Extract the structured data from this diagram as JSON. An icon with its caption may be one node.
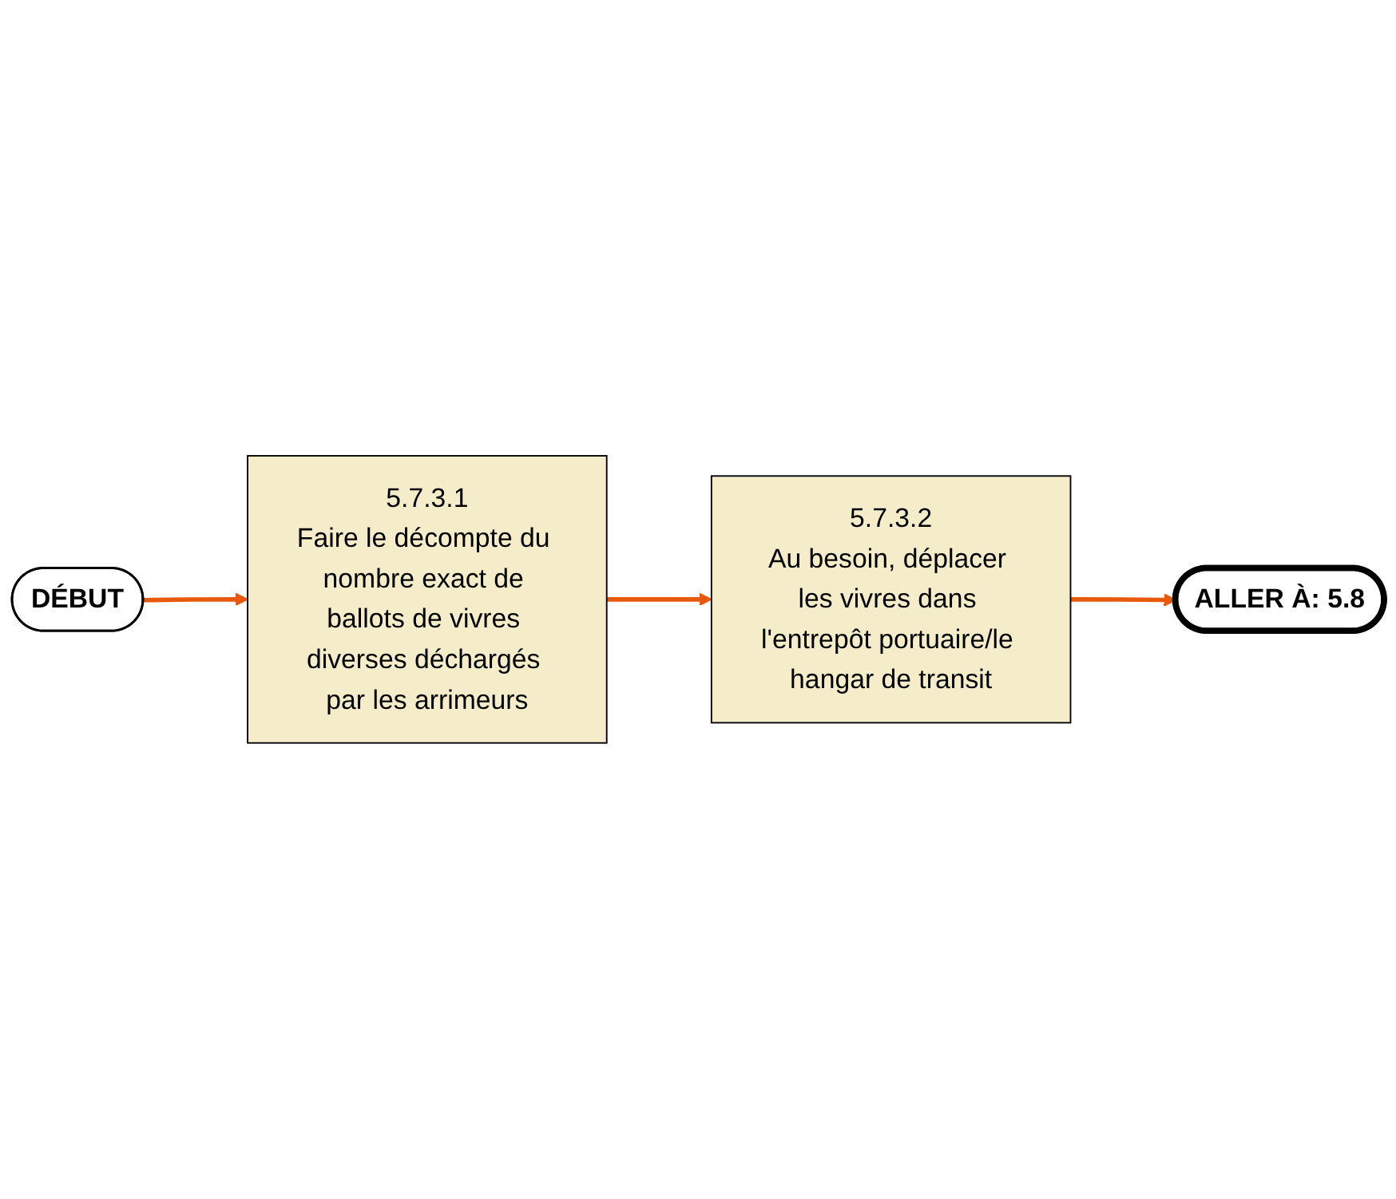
{
  "diagram": {
    "nodes": [
      {
        "text": [
          "DÉBUT"
        ]
      },
      {
        "text": [
          "5.7.3.1",
          "Faire le décompte du nombre exact de ballots de vivres diverses déchargés par les arrimeurs"
        ]
      },
      {
        "text": [
          "5.7.3.2",
          "Au besoin, déplacer les vivres dans l'entrepôt portuaire/le hangar de transit"
        ]
      },
      {
        "text": [
          "ALLER À: 5.8"
        ]
      }
    ],
    "edges": [
      {
        "from": 0,
        "to": 1,
        "arrow": "to"
      },
      {
        "from": 1,
        "to": 2,
        "arrow": "to"
      },
      {
        "from": 2,
        "to": 3,
        "arrow": "to"
      }
    ]
  }
}
